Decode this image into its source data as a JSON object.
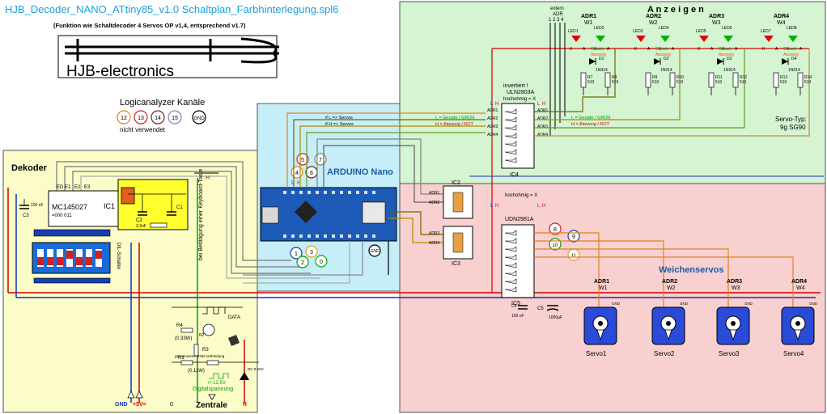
{
  "header": {
    "file_title": "HJB_Decoder_NANO_ATtiny85_v1.0 Schaltplan_Farbhinterlegung.spl6",
    "subtitle": "(Funktion wie Schaltdecoder 4 Servos OP v1,4, entsprechend v1.7)",
    "logo_text": "HJB-electronics",
    "colors": {
      "title": "#1aa0e0",
      "panel_border": "#555555"
    }
  },
  "logic_analyzer": {
    "title": "Logicanalyzer Kanäle",
    "channels": [
      "12",
      "13",
      "14",
      "15",
      "GND"
    ],
    "note": "nicht verwendet"
  },
  "decoder": {
    "title": "Dekoder",
    "ic_name": "MC145027",
    "ic_code": "=000 011",
    "ic_label": "IC1",
    "dip_label": "DIL-Schalter",
    "pin_labels": [
      "ED",
      "E1",
      "E2",
      "E3"
    ],
    "c3": "C3",
    "c3_value": "100 nF",
    "c2": "C2",
    "c2_value": "3,3nF",
    "c1": "C1",
    "keyboard_text": "bei Betätigung einer Keyboard-Taste",
    "colors": {
      "panel": "#fcfcc8"
    }
  },
  "arduino": {
    "title": "ARDUINO Nano",
    "pin_numbers": [
      "5",
      "7",
      "4",
      "6",
      "1",
      "2",
      "3",
      "0"
    ],
    "l_label": "L",
    "h_label": "H",
    "servo_lines": [
      "if L => Servos",
      "if H => Servos"
    ],
    "state_lines": [
      "L = Gerade / GRÜN",
      "H = Abzweig / ROT"
    ],
    "gnd_label": "GND",
    "colors": {
      "panel": "#c6eef8"
    }
  },
  "anzeigen": {
    "title": "A n z e i g e n",
    "extern_label": "extern",
    "adr_label": "ADR",
    "extern_numbers": "1 2 3 4",
    "inverted_note": "invertiert !",
    "uln_name": "ULN2803A",
    "hochohmig": "hochohmig = X",
    "ic4": "IC4",
    "gerade": "Gerade",
    "abzweig": "Abzweig",
    "servo_type_label": "Servo-Typ:",
    "servo_type": "9g SG90",
    "adr_rows": [
      "ADR1",
      "ADR2",
      "ADR3",
      "ADR4"
    ],
    "adr_blocks": [
      {
        "adr": "ADR1",
        "w": "W1",
        "led_a": "LED1",
        "led_b": "LED2",
        "diode": "D1",
        "r_a": "R7",
        "r_b": "R8"
      },
      {
        "adr": "ADR2",
        "w": "W2",
        "led_a": "LED3",
        "led_b": "LED4",
        "diode": "D2",
        "r_a": "R9",
        "r_b": "R10"
      },
      {
        "adr": "ADR3",
        "w": "W3",
        "led_a": "LED5",
        "led_b": "LED6",
        "diode": "D3",
        "r_a": "R11",
        "r_b": "R12"
      },
      {
        "adr": "ADR4",
        "w": "W4",
        "led_a": "LED7",
        "led_b": "LED8",
        "diode": "D4",
        "r_a": "R13",
        "r_b": "R14"
      }
    ],
    "diode_type": "1N914",
    "resistor_value": "510",
    "ka_labels": [
      "K",
      "A"
    ],
    "colors": {
      "panel": "#d4f4d2",
      "led_red": "#e00000",
      "led_green": "#00b000"
    }
  },
  "servo_section": {
    "title": "Weichenservos",
    "ic2": "IC2",
    "ic3": "IC3",
    "ic5": "IC5",
    "udn_name": "UDN2981A",
    "hochohmig": "hochohmig = X",
    "channel_badges": [
      "8",
      "9",
      "10",
      "11"
    ],
    "servos": [
      {
        "adr": "ADR1",
        "w": "W1",
        "name": "Servo1"
      },
      {
        "adr": "ADR2",
        "w": "W2",
        "name": "Servo2"
      },
      {
        "adr": "ADR3",
        "w": "W3",
        "name": "Servo3"
      },
      {
        "adr": "ADR4",
        "w": "W4",
        "name": "Servo4"
      }
    ],
    "gnd": "GND",
    "c4": "C4",
    "c4_value": "100 nF",
    "c5": "C5",
    "c5_value": "1000µF",
    "colors": {
      "panel": "#f8d0d0",
      "servo": "#2a4ad8"
    }
  },
  "zentrale": {
    "title": "Zentrale",
    "r4": "R4",
    "r4_note": "(0,33W)",
    "r2": "R2",
    "r3": "R3",
    "r1": "R1",
    "r1_note": "(0,11W)",
    "data_label": "DATA",
    "gemeinsam": "gemeinsame GND-Verbindung",
    "spannung_values": "+/-12,5V",
    "spannung_label": "Digitalspannung",
    "dc_label": "DC 9-15V",
    "bottom_labels": [
      "GND",
      "+5V=",
      "0",
      "R"
    ]
  }
}
